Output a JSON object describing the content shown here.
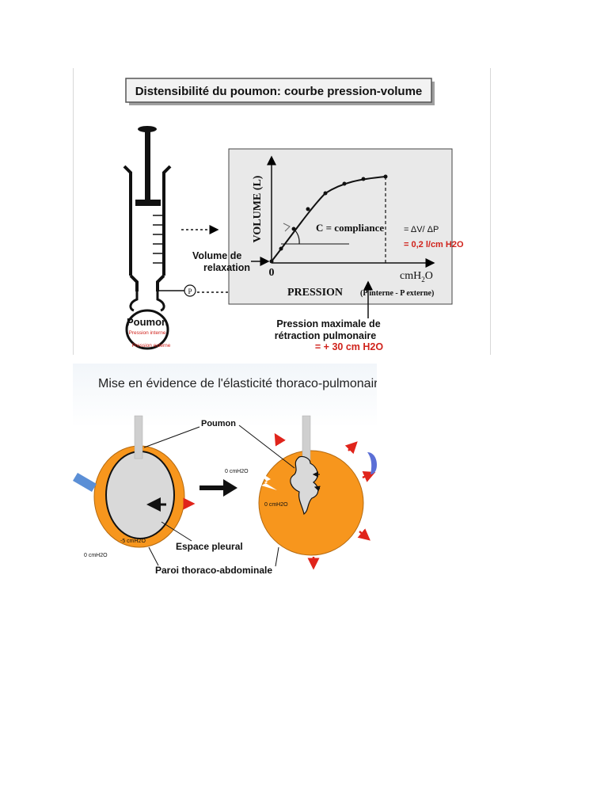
{
  "top": {
    "title": "Distensibilité du poumon: courbe pression-volume",
    "syringe_label": "Poumon",
    "syringe_pressure_interne": "Pression interne",
    "syringe_pressure_externe": "Pression externe",
    "p_symbol": "P",
    "y_axis_label": "VOLUME (L)",
    "x_axis_label": "PRESSION",
    "x_axis_sub": "(P interne - P externe)",
    "origin_label": "0",
    "unit_label": "cmH2O",
    "compliance_label": "C = compliance",
    "formula_label": "= ΔV/ ΔP",
    "formula_value": "= 0,2 l/cm H2O",
    "relaxation_label_1": "Volume de",
    "relaxation_label_2": "relaxation",
    "max_label_1": "Pression maximale de",
    "max_label_2": "rétraction pulmonaire",
    "max_value": "= + 30 cm H2O",
    "colors": {
      "red": "#d0231c",
      "chart_bg": "#e9e9e9"
    }
  },
  "bottom": {
    "title": "Mise en évidence de l'élasticité thoraco-pulmonaire",
    "poumon_label": "Poumon",
    "pressure_left_outer": "0 cmH2O",
    "pressure_left_inner": "-5 cmH2O",
    "pressure_right_top": "0 cmH2O",
    "pressure_right_inner": "0 cmH2O",
    "espace_label": "Espace pleural",
    "paroi_label": "Paroi thoraco-abdominale",
    "colors": {
      "orange": "#f7961d",
      "lung": "#d9d9d9",
      "arrow_red": "#e0241b"
    }
  }
}
